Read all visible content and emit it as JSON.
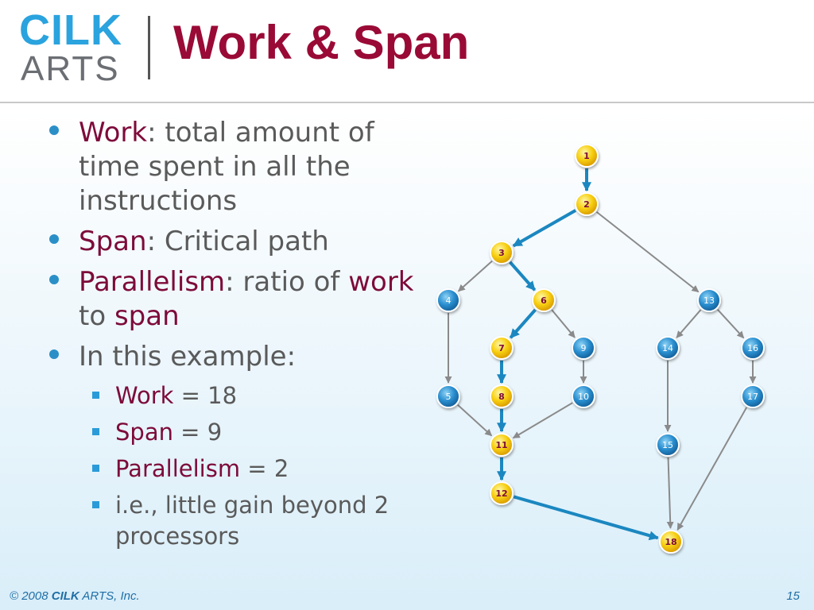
{
  "header": {
    "logo_cilk": "CILK",
    "logo_arts": "ARTS",
    "title": "Work & Span"
  },
  "bullets": [
    {
      "term": "Work",
      "rest": ": total amount of time spent in all the instructions"
    },
    {
      "term": "Span",
      "rest": ": Critical path"
    },
    {
      "term": "Parallelism",
      "rest": ": ratio of ",
      "term2": "work",
      "rest2": " to ",
      "term3": "span"
    },
    {
      "text": "In this example:"
    }
  ],
  "sub_bullets": [
    {
      "term": "Work",
      "rest": " = 18"
    },
    {
      "term": "Span",
      "rest": " = 9"
    },
    {
      "term": "Parallelism",
      "rest": " = 2"
    },
    {
      "text": "i.e., little gain beyond 2 processors"
    }
  ],
  "dag": {
    "nodes": [
      {
        "id": "1",
        "label": "1",
        "critical": true
      },
      {
        "id": "2",
        "label": "2",
        "critical": true
      },
      {
        "id": "3",
        "label": "3",
        "critical": true
      },
      {
        "id": "4",
        "label": "4",
        "critical": false
      },
      {
        "id": "6",
        "label": "6",
        "critical": true
      },
      {
        "id": "13",
        "label": "13",
        "critical": false
      },
      {
        "id": "7",
        "label": "7",
        "critical": true
      },
      {
        "id": "9",
        "label": "9",
        "critical": false
      },
      {
        "id": "14",
        "label": "14",
        "critical": false
      },
      {
        "id": "16",
        "label": "16",
        "critical": false
      },
      {
        "id": "5",
        "label": "5",
        "critical": false
      },
      {
        "id": "8",
        "label": "8",
        "critical": true
      },
      {
        "id": "10",
        "label": "10",
        "critical": false
      },
      {
        "id": "17",
        "label": "17",
        "critical": false
      },
      {
        "id": "11",
        "label": "11",
        "critical": true
      },
      {
        "id": "15",
        "label": "15",
        "critical": false
      },
      {
        "id": "12",
        "label": "12",
        "critical": true
      },
      {
        "id": "18",
        "label": "18",
        "critical": true
      }
    ],
    "edges": [
      {
        "from": "1",
        "to": "2",
        "critical": true
      },
      {
        "from": "2",
        "to": "3",
        "critical": true
      },
      {
        "from": "2",
        "to": "13",
        "critical": false
      },
      {
        "from": "3",
        "to": "4",
        "critical": false
      },
      {
        "from": "3",
        "to": "6",
        "critical": true
      },
      {
        "from": "6",
        "to": "7",
        "critical": true
      },
      {
        "from": "6",
        "to": "9",
        "critical": false
      },
      {
        "from": "13",
        "to": "14",
        "critical": false
      },
      {
        "from": "13",
        "to": "16",
        "critical": false
      },
      {
        "from": "4",
        "to": "5",
        "critical": false
      },
      {
        "from": "7",
        "to": "8",
        "critical": true
      },
      {
        "from": "9",
        "to": "10",
        "critical": false
      },
      {
        "from": "14",
        "to": "15",
        "critical": false
      },
      {
        "from": "16",
        "to": "17",
        "critical": false
      },
      {
        "from": "5",
        "to": "11",
        "critical": false
      },
      {
        "from": "8",
        "to": "11",
        "critical": true
      },
      {
        "from": "10",
        "to": "11",
        "critical": false
      },
      {
        "from": "11",
        "to": "12",
        "critical": true
      },
      {
        "from": "12",
        "to": "18",
        "critical": true
      },
      {
        "from": "15",
        "to": "18",
        "critical": false
      },
      {
        "from": "17",
        "to": "18",
        "critical": false
      }
    ]
  },
  "colors": {
    "critical_node": "#f4c400",
    "normal_node": "#1e7fc1",
    "critical_edge": "#1b87c0",
    "normal_edge": "#8a8a8a",
    "title": "#9a0a36",
    "term": "#7d0b3a"
  },
  "footer": {
    "copyright_prefix": "© 2008 ",
    "brand": "CILK",
    "copyright_suffix": " ARTS, Inc.",
    "page": "15"
  }
}
